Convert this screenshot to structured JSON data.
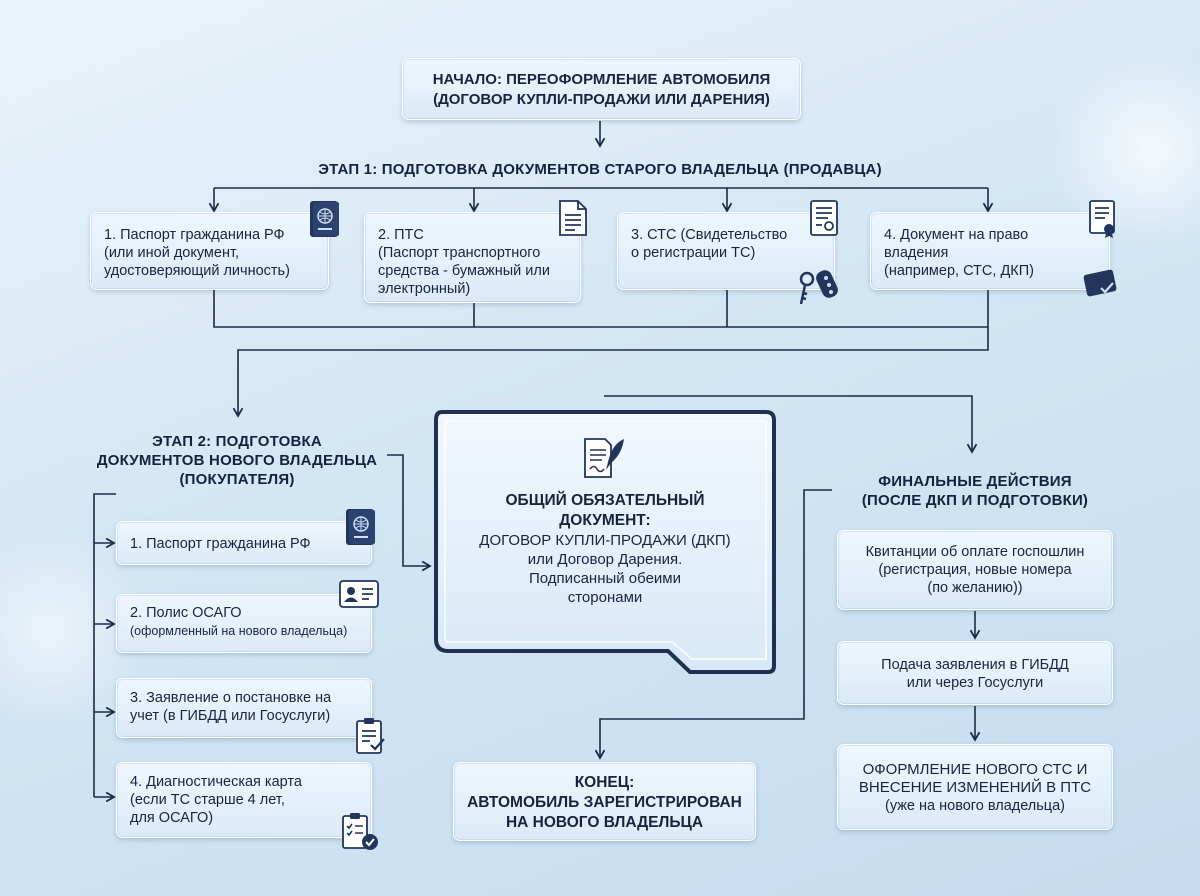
{
  "start": {
    "line1": "НАЧАЛО: ПЕРЕОФОРМЛЕНИЕ АВТОМОБИЛЯ",
    "line2": "(ДОГОВОР КУПЛИ-ПРОДАЖИ ИЛИ ДАРЕНИЯ)"
  },
  "stage1": {
    "title": "ЭТАП 1: ПОДГОТОВКА ДОКУМЕНТОВ СТАРОГО ВЛАДЕЛЬЦА (ПРОДАВЦА)",
    "items": [
      {
        "lines": [
          "1. Паспорт гражданина РФ",
          "(или иной документ,",
          "удостоверяющий личность)"
        ],
        "icon": "passport-icon"
      },
      {
        "lines": [
          "2. ПТС",
          "(Паспорт транспортного",
          "средства - бумажный или",
          "электронный)"
        ],
        "icon": "document-icon"
      },
      {
        "lines": [
          "3. СТС (Свидетельство",
          "о регистрации ТС)"
        ],
        "icon": "certificate-icon",
        "icon2": "car-keys-icon"
      },
      {
        "lines": [
          "4. Документ на право",
          "владения",
          "(например, СТС, ДКП)"
        ],
        "icon": "diploma-icon",
        "icon2": "id-card-icon"
      }
    ]
  },
  "stage2": {
    "title_lines": [
      "ЭТАП 2: ПОДГОТОВКА",
      "ДОКУМЕНТОВ НОВОГО ВЛАДЕЛЬЦА",
      "(ПОКУПАТЕЛЯ)"
    ],
    "items": [
      {
        "line1": "1. Паспорт гражданина РФ",
        "line2": "",
        "line3": "",
        "icon": "passport-icon"
      },
      {
        "line1": "2. Полис ОСАГО",
        "line2": "(оформленный на нового владельца)",
        "line3": "",
        "icon": "id-card-icon"
      },
      {
        "line1": "3. Заявление о постановке на",
        "line2": "учет (в ГИБДД или Госуслуги)",
        "line3": "",
        "icon": "clipboard-icon"
      },
      {
        "line1": "4. Диагностическая карта",
        "line2": "(если ТС старше 4 лет,",
        "line3": "для ОСАГО)",
        "icon": "checklist-icon"
      }
    ]
  },
  "common": {
    "title_lines": [
      "ОБЩИЙ ОБЯЗАТЕЛЬНЫЙ",
      "ДОКУМЕНТ:"
    ],
    "body_lines": [
      "ДОГОВОР КУПЛИ-ПРОДАЖИ (ДКП)",
      "или Договор Дарения.",
      "Подписанный обеими",
      "сторонами"
    ],
    "icon": "contract-quill-icon"
  },
  "final": {
    "title_lines": [
      "ФИНАЛЬНЫЕ ДЕЙСТВИЯ",
      "(ПОСЛЕ ДКП И ПОДГОТОВКИ)"
    ],
    "steps": [
      {
        "lines": [
          "Квитанции об оплате госпошлин",
          "(регистрация, новые номера",
          "(по желанию))"
        ]
      },
      {
        "lines": [
          "Подача заявления в ГИБДД",
          "или через Госуслуги"
        ]
      },
      {
        "lines": [
          "ОФОРМЛЕНИЕ НОВОГО СТС И",
          "ВНЕСЕНИЕ ИЗМЕНЕНИЙ В ПТС",
          "(уже на нового владельца)"
        ]
      }
    ]
  },
  "end": {
    "lines": [
      "КОНЕЦ:",
      "АВТОМОБИЛЬ ЗАРЕГИСТРИРОВАН",
      "НА НОВОГО ВЛАДЕЛЬЦА"
    ]
  },
  "colors": {
    "line": "#1c2b45",
    "box_border": "#ffffff",
    "icon_dark": "#22355a",
    "accent_frame": "#1f3150"
  }
}
